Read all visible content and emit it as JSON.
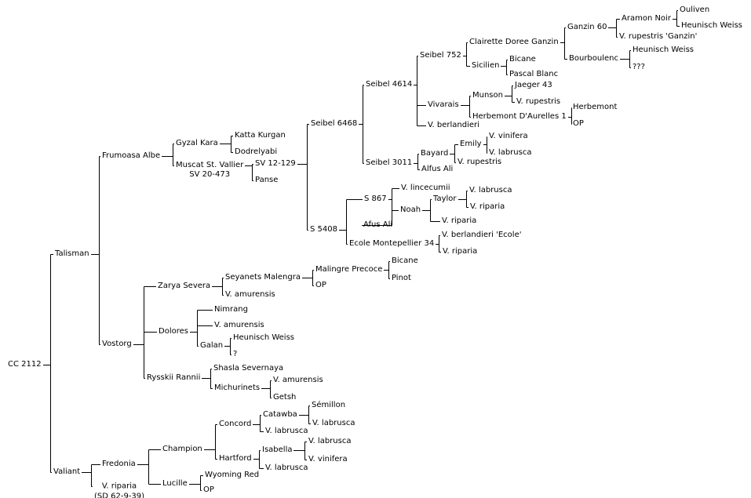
{
  "tree": {
    "label": "CC 2112",
    "children": [
      {
        "label": "Talisman",
        "children": [
          {
            "label": "Frumoasa Albe",
            "children": [
              {
                "label": "Gyzal Kara",
                "children": [
                  {
                    "label": "Katta Kurgan"
                  },
                  {
                    "label": "Dodrelyabi"
                  }
                ]
              },
              {
                "label": "Muscat St. Vallier SV 20-473",
                "children": [
                  {
                    "label": "SV 12-129",
                    "children": [
                      {
                        "label": "Seibel 6468",
                        "children": [
                          {
                            "label": "Seibel 4614",
                            "children": [
                              {
                                "label": "Seibel 752",
                                "children": [
                                  {
                                    "label": "Clairette Doree Ganzin",
                                    "children": [
                                      {
                                        "label": "Ganzin 60",
                                        "children": [
                                          {
                                            "label": "Aramon Noir",
                                            "children": [
                                              {
                                                "label": "Ouliven"
                                              },
                                              {
                                                "label": "Heunisch Weiss"
                                              }
                                            ]
                                          },
                                          {
                                            "label": "V. rupestris 'Ganzin'"
                                          }
                                        ]
                                      },
                                      {
                                        "label": "Bourboulenc",
                                        "children": [
                                          {
                                            "label": "Heunisch Weiss"
                                          },
                                          {
                                            "label": "???"
                                          }
                                        ]
                                      }
                                    ]
                                  },
                                  {
                                    "label": "Sicilien",
                                    "children": [
                                      {
                                        "label": "Bicane"
                                      },
                                      {
                                        "label": "Pascal Blanc"
                                      }
                                    ]
                                  }
                                ]
                              },
                              {
                                "label": "Vivarais",
                                "children": [
                                  {
                                    "label": "Munson",
                                    "children": [
                                      {
                                        "label": "Jaeger 43"
                                      },
                                      {
                                        "label": "V. rupestris"
                                      }
                                    ]
                                  },
                                  {
                                    "label": "Herbemont D'Aurelles 1",
                                    "children": [
                                      {
                                        "label": "Herbemont"
                                      },
                                      {
                                        "label": "OP"
                                      }
                                    ]
                                  }
                                ]
                              },
                              {
                                "label": "V. berlandieri"
                              }
                            ]
                          },
                          {
                            "label": "Seibel 3011",
                            "children": [
                              {
                                "label": "Bayard",
                                "children": [
                                  {
                                    "label": "Emily",
                                    "children": [
                                      {
                                        "label": "V. vinifera"
                                      },
                                      {
                                        "label": "V. labrusca"
                                      }
                                    ]
                                  },
                                  {
                                    "label": "V. rupestris"
                                  }
                                ]
                              },
                              {
                                "label": "Alfus Ali"
                              }
                            ]
                          }
                        ]
                      },
                      {
                        "label": "S 5408",
                        "children": [
                          {
                            "label": "S 867",
                            "children": [
                              {
                                "label": "V. lincecumii"
                              },
                              {
                                "label": "Noah",
                                "children": [
                                  {
                                    "label": "Taylor",
                                    "children": [
                                      {
                                        "label": "V. labrusca"
                                      },
                                      {
                                        "label": "V. riparia"
                                      }
                                    ]
                                  },
                                  {
                                    "label": "V. riparia"
                                  }
                                ]
                              },
                              {
                                "label": "Afus Ali"
                              }
                            ]
                          },
                          {
                            "label": "Ecole Montepellier 34",
                            "children": [
                              {
                                "label": "V. berlandieri 'Ecole'"
                              },
                              {
                                "label": "V. riparia"
                              }
                            ]
                          }
                        ]
                      }
                    ]
                  },
                  {
                    "label": "Panse"
                  }
                ]
              }
            ]
          },
          {
            "label": "Vostorg",
            "children": [
              {
                "label": "Zarya Severa",
                "children": [
                  {
                    "label": "Seyanets Malengra",
                    "children": [
                      {
                        "label": "Malingre Precoce",
                        "children": [
                          {
                            "label": "Bicane"
                          },
                          {
                            "label": "Pinot"
                          }
                        ]
                      },
                      {
                        "label": "OP"
                      }
                    ]
                  },
                  {
                    "label": "V. amurensis"
                  }
                ]
              },
              {
                "label": "Dolores",
                "children": [
                  {
                    "label": "Nimrang"
                  },
                  {
                    "label": "V. amurensis"
                  },
                  {
                    "label": "Galan",
                    "children": [
                      {
                        "label": "Heunisch Weiss"
                      },
                      {
                        "label": "?"
                      }
                    ]
                  }
                ]
              },
              {
                "label": "Rysskii Rannii",
                "children": [
                  {
                    "label": "Shasla Severnaya"
                  },
                  {
                    "label": "Michurinets",
                    "children": [
                      {
                        "label": "V. amurensis"
                      },
                      {
                        "label": "Getsh"
                      }
                    ]
                  }
                ]
              }
            ]
          }
        ]
      },
      {
        "label": "Valiant",
        "children": [
          {
            "label": "Fredonia",
            "children": [
              {
                "label": "Champion",
                "children": [
                  {
                    "label": "Concord",
                    "children": [
                      {
                        "label": "Catawba",
                        "children": [
                          {
                            "label": "Sémillon"
                          },
                          {
                            "label": "V. labrusca"
                          }
                        ]
                      },
                      {
                        "label": "V. labrusca"
                      }
                    ]
                  },
                  {
                    "label": "Hartford",
                    "children": [
                      {
                        "label": "Isabella",
                        "children": [
                          {
                            "label": "V. labrusca"
                          },
                          {
                            "label": "V. vinifera"
                          }
                        ]
                      },
                      {
                        "label": "V. labrusca"
                      }
                    ]
                  }
                ]
              },
              {
                "label": "Lucille",
                "children": [
                  {
                    "label": "Wyoming Red"
                  },
                  {
                    "label": "OP"
                  }
                ]
              }
            ]
          },
          {
            "label": "V. riparia (SD 62-9-39)"
          }
        ]
      }
    ]
  }
}
